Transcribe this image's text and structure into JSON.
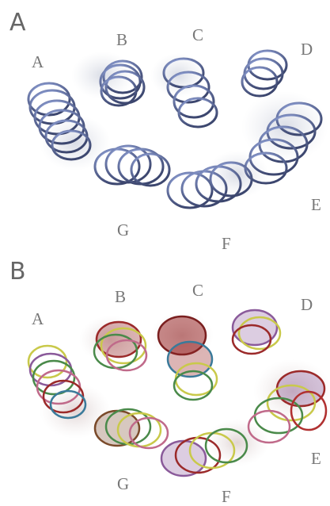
{
  "panels": [
    {
      "letter": "A",
      "style": "single-color",
      "helix_color": "#8fa0d6",
      "helix_labels": [
        "A",
        "B",
        "C",
        "D",
        "E",
        "F",
        "G"
      ]
    },
    {
      "letter": "B",
      "style": "multi-color",
      "helix_colors": [
        "#9b2a2a",
        "#c9c94a",
        "#3a7a9a",
        "#8a5a9a",
        "#4a8a4a",
        "#c06a8a",
        "#7a4a2a",
        "#d0b050"
      ],
      "helix_labels": [
        "A",
        "B",
        "C",
        "D",
        "E",
        "F",
        "G"
      ]
    }
  ]
}
